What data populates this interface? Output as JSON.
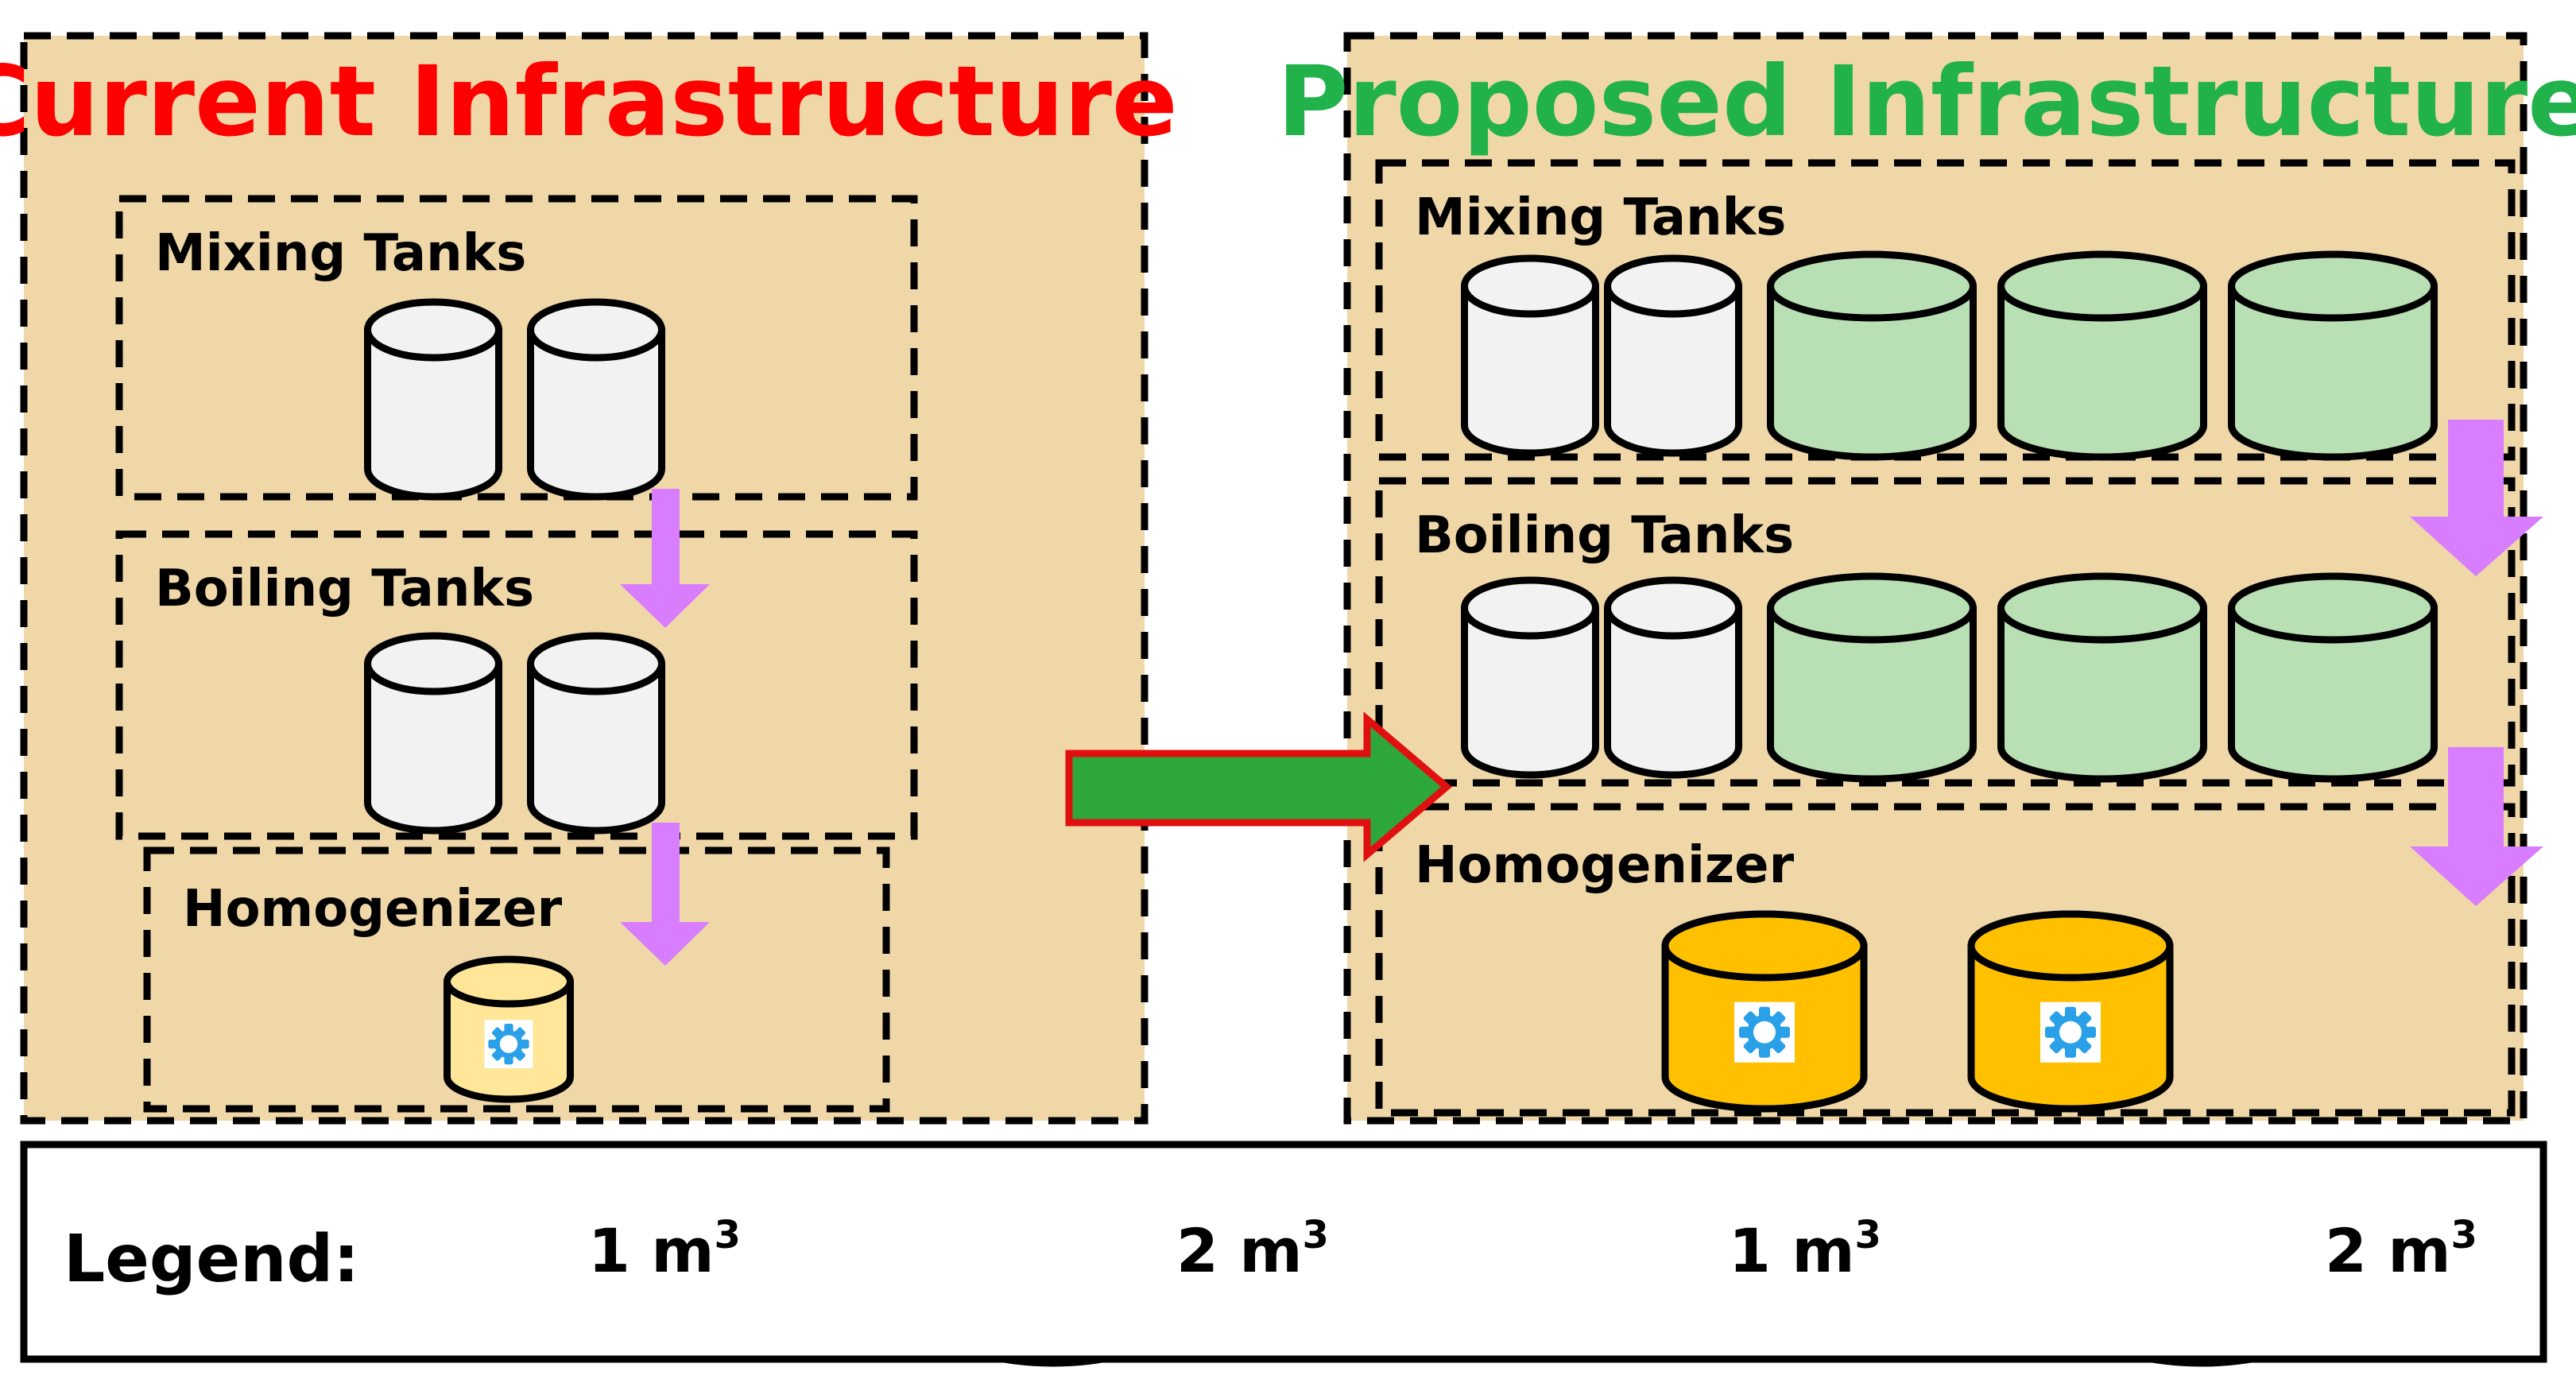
{
  "colors": {
    "panel_bg": "#f0d7a8",
    "current_title": "#ff0000",
    "proposed_title": "#22b24c",
    "tank_small": "#f2f2f2",
    "tank_large": "#b9e0b4",
    "homog_small": "#ffe699",
    "homog_large": "#ffc000",
    "flow_arrow": "#d97dff",
    "main_arrow_fill": "#2ea83a",
    "main_arrow_stroke": "#e01010",
    "gear": "#2aa0e8"
  },
  "current": {
    "title": "Current Infrastructure",
    "mixing_label": "Mixing Tanks",
    "boiling_label": "Boiling Tanks",
    "homogenizer_label": "Homogenizer"
  },
  "proposed": {
    "title": "Proposed Infrastructure",
    "mixing_label": "Mixing Tanks",
    "boiling_label": "Boiling Tanks",
    "homogenizer_label": "Homogenizer"
  },
  "legend": {
    "title": "Legend:",
    "items": [
      {
        "icon": "tank-1m3-icon",
        "label": "1 m",
        "sup": "3"
      },
      {
        "icon": "tank-2m3-icon",
        "label": "2 m",
        "sup": "3"
      },
      {
        "icon": "homogenizer-1m3-icon",
        "label": "1 m",
        "sup": "3"
      },
      {
        "icon": "homogenizer-2m3-icon",
        "label": "2 m",
        "sup": "3"
      }
    ]
  }
}
